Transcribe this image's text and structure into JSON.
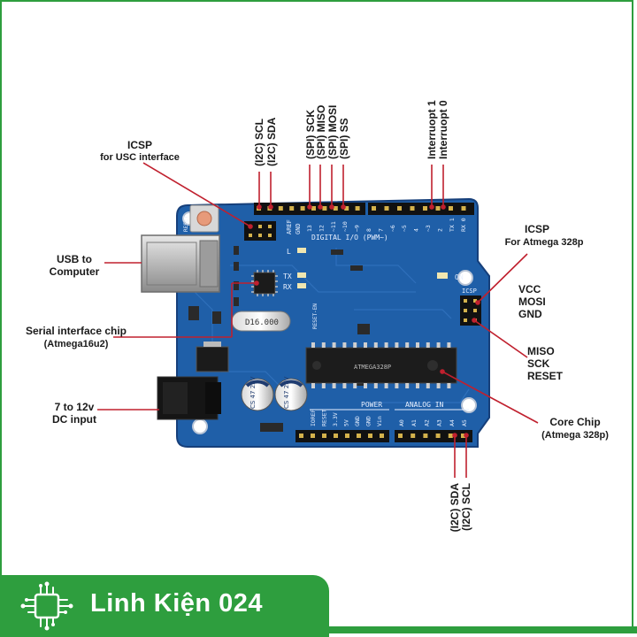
{
  "labels": {
    "icsp_usb_title": "ICSP",
    "icsp_usb_sub": "for USC interface",
    "usb_line1": "USB to",
    "usb_line2": "Computer",
    "serial_line1": "Serial interface chip",
    "serial_line2": "(Atmega16u2)",
    "dc_line1": "7 to 12v",
    "dc_line2": "DC input",
    "top_scl": "(I2C) SCL",
    "top_sda": "(I2C) SDA",
    "spi_sck": "(SPI) SCK",
    "spi_miso": "(SPI) MISO",
    "spi_mosi": "(SPI) MOSI",
    "spi_ss": "(SPI) SS",
    "int1": "Interruopt 1",
    "int0": "Interruopt 0",
    "icsp_atmega_title": "ICSP",
    "icsp_atmega_sub": "For Atmega 328p",
    "vcc": "VCC",
    "mosi": "MOSI",
    "gnd": "GND",
    "miso": "MISO",
    "sck": "SCK",
    "reset": "RESET",
    "core_line1": "Core Chip",
    "core_line2": "(Atmega 328p)",
    "bottom_sda": "(I2C) SDA",
    "bottom_scl": "(I2C) SCL"
  },
  "board": {
    "digital_label": "DIGITAL I/O (PWM~)",
    "power_label": "POWER",
    "analog_label": "ANALOG IN",
    "aref": "AREF",
    "gnd": "GND",
    "digital_pins": [
      "13",
      "12",
      "~11",
      "~10",
      "~9",
      "8",
      "7",
      "~6",
      "~5",
      "4",
      "~3",
      "2",
      "TX 1",
      "RX 0"
    ],
    "power_pins": [
      "IOREF",
      "RESET",
      "3.3V",
      "5V",
      "GND",
      "GND",
      "Vin"
    ],
    "analog_pins": [
      "A0",
      "A1",
      "A2",
      "A3",
      "A4",
      "A5"
    ],
    "crystal": "D16.000",
    "cap1": "CS 47 25V",
    "cap2": "CS 47 25V",
    "led_on": "ON",
    "led_l": "L",
    "led_tx": "TX",
    "led_rx": "RX",
    "icsp": "ICSP",
    "reset_btn": "RESET",
    "chip_text": "ATMEGA328P",
    "reset_en": "RESET-EN"
  },
  "brand": {
    "name": "Linh Kiện 024"
  },
  "colors": {
    "pcb": "#1f5fa8",
    "pcb_dark": "#163f7a",
    "header": "#111111",
    "pointer": "#c0202e",
    "brand_green": "#2e9e3e"
  }
}
